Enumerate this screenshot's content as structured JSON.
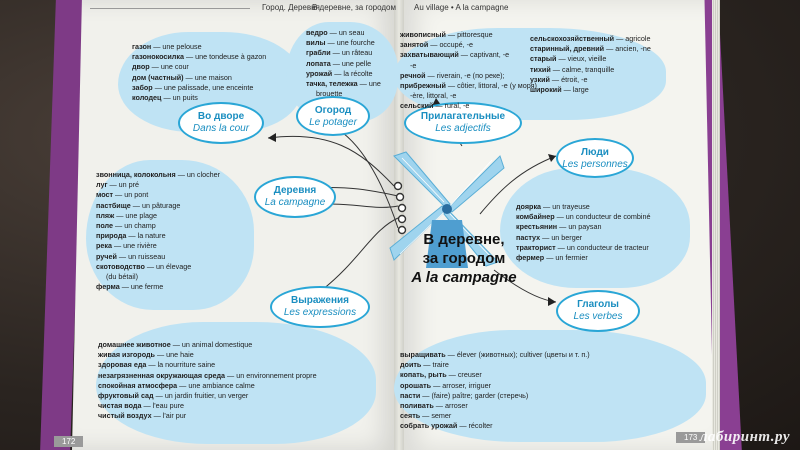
{
  "header": {
    "left_title": "Город. Деревня",
    "mid_title": "В деревне, за городом",
    "right_title": "Au village • A la campagne"
  },
  "center": {
    "title_ru_1": "В деревне,",
    "title_ru_2": "за городом",
    "title_fr": "A la campagne"
  },
  "page_numbers": {
    "left": "172",
    "right": "173"
  },
  "watermark": "лабиринт.ру",
  "topics": {
    "yard": {
      "ru": "Во дворе",
      "fr": "Dans la cour"
    },
    "garden": {
      "ru": "Огород",
      "fr": "Le potager"
    },
    "village": {
      "ru": "Деревня",
      "fr": "La campagne"
    },
    "expressions": {
      "ru": "Выражения",
      "fr": "Les expressions"
    },
    "adjectives": {
      "ru": "Прилагательные",
      "fr": "Les adjectifs"
    },
    "people": {
      "ru": "Люди",
      "fr": "Les personnes"
    },
    "verbs": {
      "ru": "Глаголы",
      "fr": "Les verbes"
    }
  },
  "vocab": {
    "yard": [
      {
        "ru": "газон",
        "fr": "une pelouse"
      },
      {
        "ru": "газонокосилка",
        "fr": "une tondeuse à gazon"
      },
      {
        "ru": "двор",
        "fr": "une cour"
      },
      {
        "ru": "дом (частный)",
        "fr": "une maison"
      },
      {
        "ru": "забор",
        "fr": "une palissade, une enceinte"
      },
      {
        "ru": "колодец",
        "fr": "un puits"
      }
    ],
    "garden": [
      {
        "ru": "ведро",
        "fr": "un seau"
      },
      {
        "ru": "вилы",
        "fr": "une fourche"
      },
      {
        "ru": "грабли",
        "fr": "un râteau"
      },
      {
        "ru": "лопата",
        "fr": "une pelle"
      },
      {
        "ru": "урожай",
        "fr": "la récolte"
      },
      {
        "ru": "тачка, тележка",
        "fr": "une"
      },
      {
        "ru": "",
        "fr": "brouette"
      }
    ],
    "village": [
      {
        "ru": "звонница, колокольня",
        "fr": "un clocher"
      },
      {
        "ru": "луг",
        "fr": "un pré"
      },
      {
        "ru": "мост",
        "fr": "un pont"
      },
      {
        "ru": "пастбище",
        "fr": "un pâturage"
      },
      {
        "ru": "пляж",
        "fr": "une plage"
      },
      {
        "ru": "поле",
        "fr": "un champ"
      },
      {
        "ru": "природа",
        "fr": "la nature"
      },
      {
        "ru": "река",
        "fr": "une rivière"
      },
      {
        "ru": "ручей",
        "fr": "un ruisseau"
      },
      {
        "ru": "скотоводство",
        "fr": "un élevage"
      },
      {
        "ru": "",
        "fr": "(du bétail)"
      },
      {
        "ru": "ферма",
        "fr": "une ferme"
      }
    ],
    "expressions": [
      {
        "ru": "домашнее животное",
        "fr": "un animal domestique"
      },
      {
        "ru": "живая изгородь",
        "fr": "une haie"
      },
      {
        "ru": "здоровая еда",
        "fr": "la nourriture saine"
      },
      {
        "ru": "незагрязненная окружающая среда",
        "fr": "un environnement propre"
      },
      {
        "ru": "спокойная атмосфера",
        "fr": "une ambiance calme"
      },
      {
        "ru": "фруктовый сад",
        "fr": "un jardin fruitier, un verger"
      },
      {
        "ru": "чистая вода",
        "fr": "l'eau pure"
      },
      {
        "ru": "чистый воздух",
        "fr": "l'air pur"
      }
    ],
    "adjectives_left": [
      {
        "ru": "живописный",
        "fr": "pittoresque"
      },
      {
        "ru": "занятой",
        "fr": "occupé, -e"
      },
      {
        "ru": "захватывающий",
        "fr": "captivant, -e"
      },
      {
        "ru": "",
        "fr": "-e"
      },
      {
        "ru": "речной",
        "fr": "riverain, -e (по реке);"
      },
      {
        "ru": "прибрежный",
        "fr": "côtier, littoral, -e (у моря)"
      },
      {
        "ru": "",
        "fr": "-ère, littoral, -e"
      },
      {
        "ru": "сельский",
        "fr": "rural, -e"
      }
    ],
    "adjectives_right": [
      {
        "ru": "сельскохозяйственный",
        "fr": "agricole"
      },
      {
        "ru": "старинный, древний",
        "fr": "ancien, -ne"
      },
      {
        "ru": "старый",
        "fr": "vieux, vieille"
      },
      {
        "ru": "тихий",
        "fr": "calme, tranquille"
      },
      {
        "ru": "узкий",
        "fr": "étroit, -e"
      },
      {
        "ru": "широкий",
        "fr": "large"
      }
    ],
    "people": [
      {
        "ru": "доярка",
        "fr": "un trayeuse"
      },
      {
        "ru": "комбайнер",
        "fr": "un conducteur de combiné"
      },
      {
        "ru": "крестьянин",
        "fr": "un paysan"
      },
      {
        "ru": "пастух",
        "fr": "un berger"
      },
      {
        "ru": "тракторист",
        "fr": "un conducteur de tracteur"
      },
      {
        "ru": "фермер",
        "fr": "un fermier"
      }
    ],
    "verbs": [
      {
        "ru": "выращивать",
        "fr": "élever (животных); cultiver (цветы и т. п.)"
      },
      {
        "ru": "доить",
        "fr": "traire"
      },
      {
        "ru": "копать, рыть",
        "fr": "creuser"
      },
      {
        "ru": "орошать",
        "fr": "arroser, irriguer"
      },
      {
        "ru": "пасти",
        "fr": "(faire) paître; garder (стеречь)"
      },
      {
        "ru": "поливать",
        "fr": "arroser"
      },
      {
        "ru": "сеять",
        "fr": "semer"
      },
      {
        "ru": "собрать урожай",
        "fr": "récolter"
      }
    ]
  },
  "colors": {
    "cloud": "#bfe3f4",
    "accent": "#2aa6d6",
    "cover": "#7e3a86"
  }
}
